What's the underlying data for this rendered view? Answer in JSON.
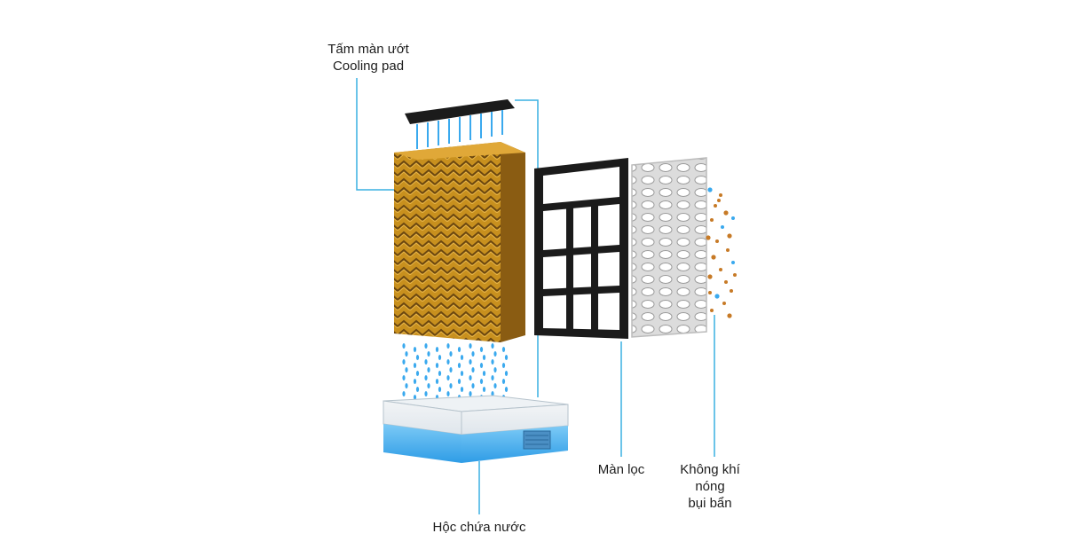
{
  "labels": {
    "cooling_pad": {
      "line1": "Tấm màn ướt",
      "line2": "Cooling pad"
    },
    "filter": {
      "line1": "Màn lọc"
    },
    "hot_air": {
      "line1": "Không khí",
      "line2": "nóng",
      "line3": "bụi bẩn"
    },
    "tank": {
      "line1": "Hộc chứa nước"
    }
  },
  "colors": {
    "pad_fill": "#c8901e",
    "pad_dark": "#6b4710",
    "water": "#3aa9ee",
    "leader_line": "#3ab0e2",
    "frame": "#1b1b1b",
    "mesh_fill": "#ececec",
    "dust": "#c77a26"
  }
}
